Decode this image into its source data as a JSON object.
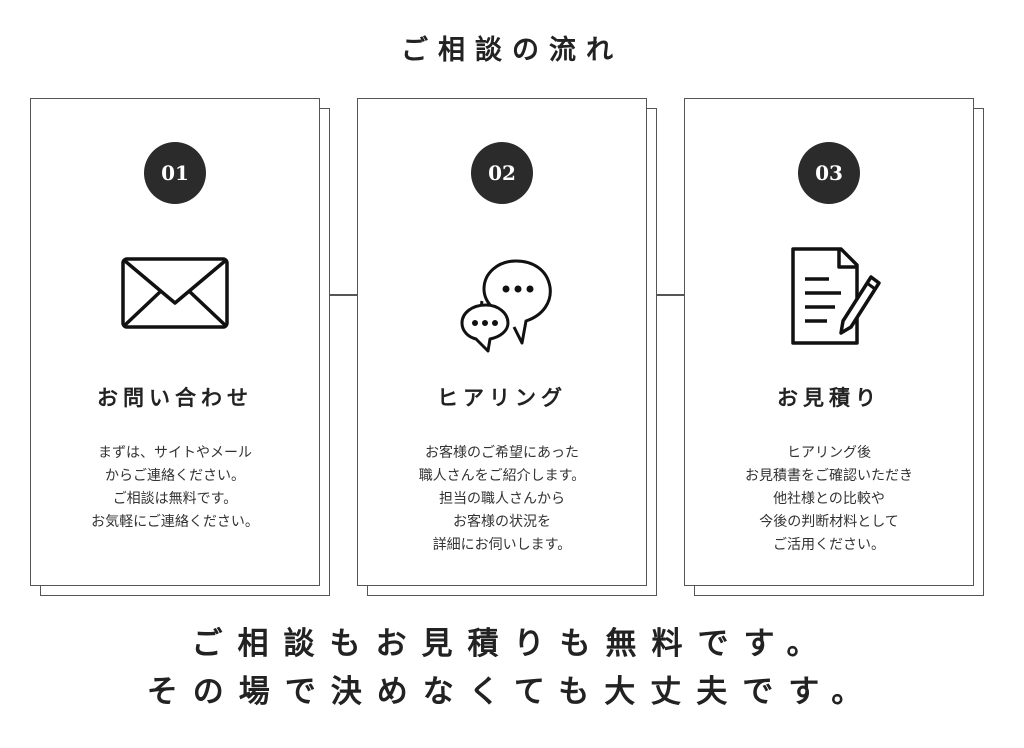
{
  "title": "ご相談の流れ",
  "steps": [
    {
      "number": "01",
      "icon": "envelope-icon",
      "title": "お問い合わせ",
      "body": [
        "まずは、サイトやメール",
        "からご連絡ください。",
        "ご相談は無料です。",
        "お気軽にご連絡ください。"
      ]
    },
    {
      "number": "02",
      "icon": "speech-bubbles-icon",
      "title": "ヒアリング",
      "body": [
        "お客様のご希望にあった",
        "職人さんをご紹介します。",
        "担当の職人さんから",
        "お客様の状況を",
        "詳細にお伺いします。"
      ]
    },
    {
      "number": "03",
      "icon": "document-pen-icon",
      "title": "お見積り",
      "body": [
        "ヒアリング後",
        "お見積書をご確認いただき",
        "他社様との比較や",
        "今後の判断材料として",
        "ご活用ください。"
      ]
    }
  ],
  "footer": [
    "ご相談もお見積りも無料です。",
    "その場で決めなくても大丈夫です。"
  ]
}
